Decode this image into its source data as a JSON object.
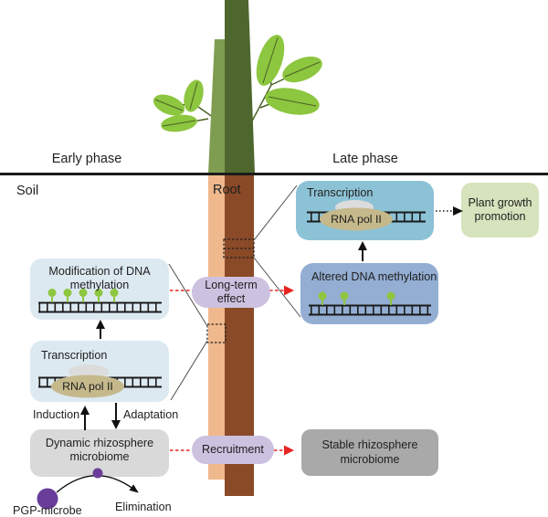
{
  "diagram": {
    "zone_labels": {
      "early_phase": "Early phase",
      "late_phase": "Late phase",
      "soil": "Soil",
      "root": "Root"
    },
    "early_phase": {
      "modification_box": "Modification of DNA methylation",
      "transcription_box": "Transcription",
      "rna_pol": "RNA pol II",
      "induction_label": "Induction",
      "adaptation_label": "Adaptation",
      "dynamic_microbiome_box": "Dynamic rhizosphere microbiome",
      "pgp_microbe_label": "PGP-microbe",
      "elimination_label": "Elimination"
    },
    "root_interface": {
      "long_term_effect": "Long-term effect",
      "recruitment": "Recruitment"
    },
    "late_phase": {
      "transcription_box": "Transcription",
      "rna_pol": "RNA pol II",
      "altered_methylation_box": "Altered DNA methylation",
      "plant_growth_box": "Plant growth promotion",
      "stable_microbiome_box": "Stable rhizosphere microbiome"
    },
    "colors": {
      "early_box": "#dde9f1",
      "late_transcription_box": "#8cc2d6",
      "altered_box": "#93aed2",
      "plant_growth_box": "#d6e3bd",
      "dynamic_box": "#d9d9d9",
      "stable_box": "#a9a9a9",
      "pill_lavender": "#cdc1e0",
      "arrow_red": "#e52521",
      "methylation_green": "#8dc63f",
      "stem_dark": "#4e672e",
      "stem_light": "#7f9d50",
      "root_tan": "#f0b88d",
      "root_brown": "#8a4a27",
      "microbe_purple": "#6a3d9a",
      "rna_pol_ellipse": "#c5b98c"
    }
  }
}
